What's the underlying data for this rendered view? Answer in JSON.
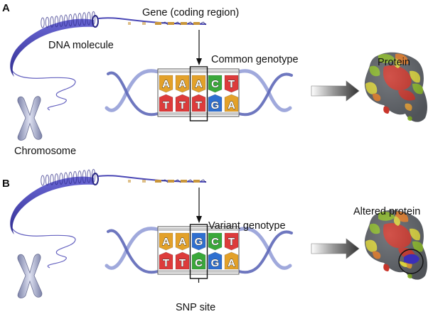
{
  "figure": {
    "panels": [
      {
        "id": "A",
        "letter": "A",
        "labels": {
          "gene": "Gene (coding region)",
          "dna": "DNA molecule",
          "chromosome": "Chromosome",
          "genotype": "Common genotype",
          "protein": "Protein"
        },
        "top_strand": [
          "A",
          "A",
          "A",
          "C",
          "T"
        ],
        "bottom_strand": [
          "T",
          "T",
          "T",
          "G",
          "A"
        ],
        "highlight_index": 2,
        "altered_site": false
      },
      {
        "id": "B",
        "letter": "B",
        "labels": {
          "gene": "",
          "dna": "",
          "chromosome": "",
          "genotype": "Variant genotype",
          "protein": "Altered protein",
          "snp": "SNP site"
        },
        "top_strand": [
          "A",
          "A",
          "G",
          "C",
          "T"
        ],
        "bottom_strand": [
          "T",
          "T",
          "C",
          "G",
          "A"
        ],
        "highlight_index": 2,
        "altered_site": true
      }
    ],
    "base_colors": {
      "A": "#e3a12a",
      "T": "#dd3b3b",
      "C": "#3aa83a",
      "G": "#2f6fd0"
    },
    "colors": {
      "dna_coil": "#4a47b5",
      "helix": "#8f9ad6",
      "chromosome": "#a9afd0",
      "gene_segment": "#c9963a",
      "protein_palette": [
        "#5e6268",
        "#c9342a",
        "#e8a23a",
        "#d9d23c",
        "#8bb82c",
        "#e07b2a"
      ],
      "altered_residue": "#3b2fb8"
    }
  }
}
